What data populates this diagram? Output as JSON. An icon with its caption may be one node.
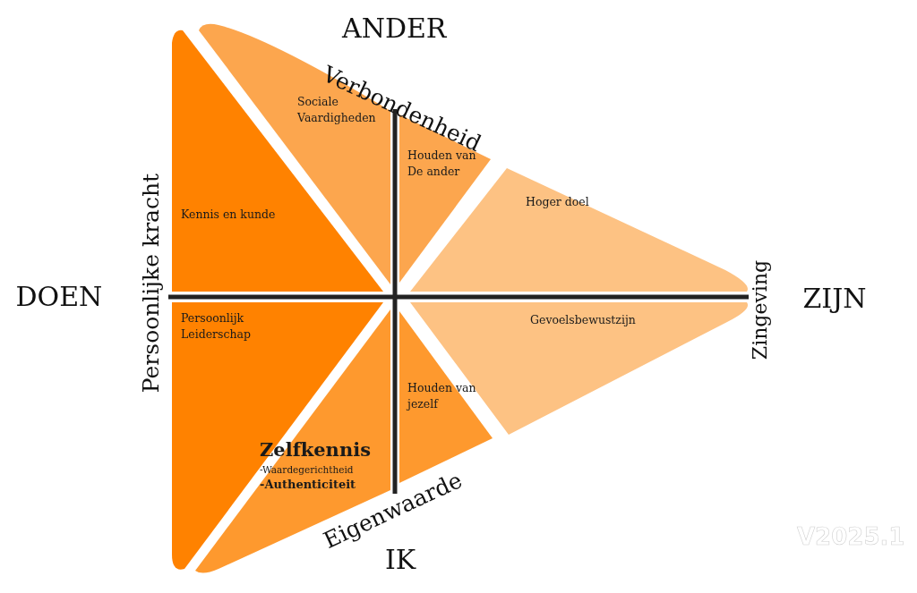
{
  "diagram": {
    "nodes": [
      {
        "text": [
          "Kennis en kunde"
        ]
      },
      {
        "text": [
          "Sociale Vaardigheden"
        ]
      },
      {
        "text": [
          "Houden van De ander"
        ]
      },
      {
        "text": [
          "Hoger doel"
        ]
      },
      {
        "text": [
          "Persoonlijk Leiderschap"
        ]
      },
      {
        "text": [
          "Gevoelsbewustzijn"
        ]
      },
      {
        "text": [
          "Zelfkennis",
          "-Waardegerichtheid",
          "-Authenticiteit"
        ]
      },
      {
        "text": [
          "Houden van jezelf"
        ]
      }
    ],
    "edges": [],
    "labels": [
      "ANDER",
      "Verbondenheid",
      "Persoonlijke kracht",
      "DOEN",
      "ZIJN",
      "Zingeving",
      "Eigenwaarde",
      "IK",
      "V2025.1"
    ]
  }
}
